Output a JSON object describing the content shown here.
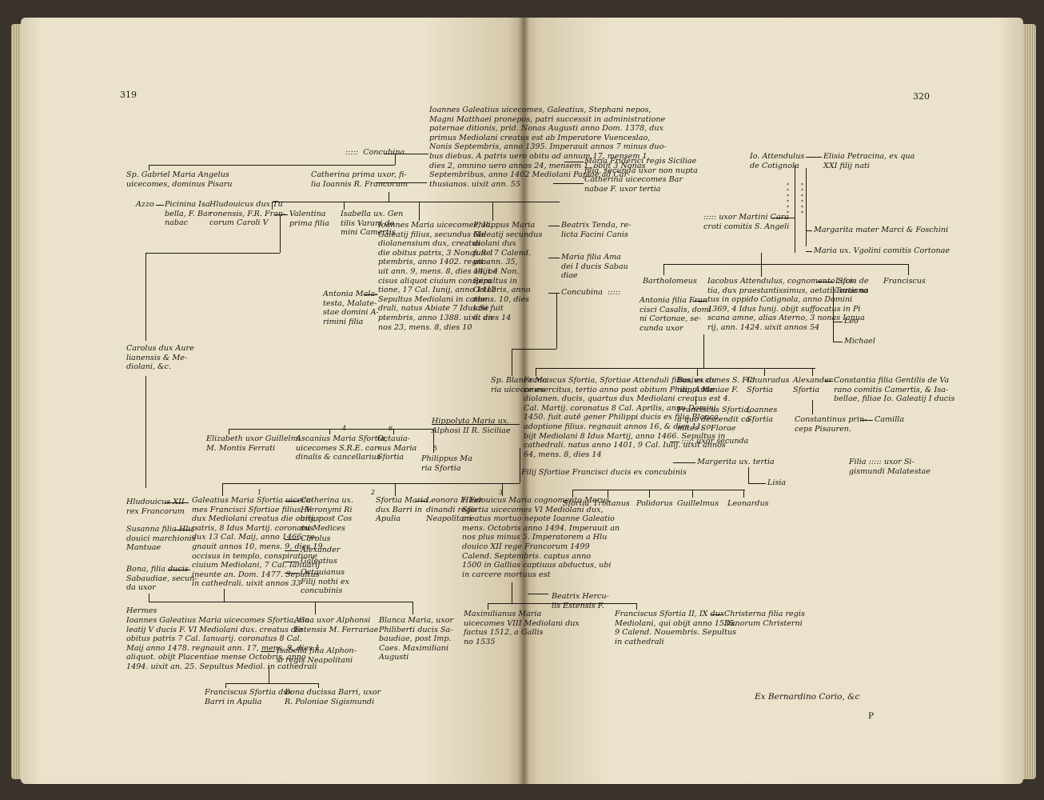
{
  "page_left": {
    "number": "319",
    "top_entry": "Ioannes Galeatius uicecomes, Galeatius, Stephani nepos,\nMagni Matthaei pronepos, patri successit in administratione\npaternae ditionis, prid. Nonas Augusti anno Dom. 1378, dux\nprimus Mediolani creatus est ab Imperatore Vuenceslao,\nNonis Septembris, anno 1395. Imperauit annos 7 minus duo-\nbus diebus. A patris uero obitu ad annum 17, mensem 1,\ndies 2, omnino uero annos 24, mensem 1, obijt 3 Nonas\nSeptembribus, anno 1402 Mediolani Papiae ad Car-\nthusianos. uixit ann. 55",
    "concubina_top": ":::::  Concubina",
    "gabriel": "Sp. Gabriel Maria Angelus\nuicecomes, dominus Pisaru",
    "catherina_prima": "Catherina prima uxor, fi-\nlia Ioannis R. Francorum",
    "azzo": "Azzo",
    "picinina": "Picinina Isa\nbella, F. Bar\nnabac",
    "hludouicus_turonensis": "Hludouicus dux Tu\nronensis, F.R. Fran-\ncorum Caroli V",
    "valentina": "Valentina\nprima filia",
    "isabella_varani": "Isabella ux. Gen\ntilis Varani do\nmini Camertis",
    "ioannes_maria": "Ioannes Maria uicecomes, Io.\nGaleatij filius, secundus Me\ndiolanensium dux, creatus\ndie obitus patris, 3 Nonas Se\nptembris, anno 1402. regna-\nuit ann. 9, mens. 8, dies 14. oc\ncisus aliquot ciuium conspira\ntione, 17 Cal. Iunij, anno 1412\nSepultus Mediolani in cathe\ndrali, natus Abiate 7 Idus Se\nptembris, anno 1388. uixit an\nnos 23, mens. 8, dies 10",
    "philippus_maria": "Philippus Maria\nGaleatij secundus\ndiolani dux\nfuit 17 Calend.\nuit ann. 35,\nobijt 4 Non.\nSepultus in\nOctobris, anno\nmens. 10, dies\nlani fuit\n6. dies 14",
    "antonia_malatesta": "Antonia Mala-\ntesta, Malate-\nstae domini A-\nrimini filia",
    "carolus_aurelianensis": "Carolus dux Aure\nlianensis & Me-\ndiolani, &c.",
    "elizabeth": "Elizabeth uxor Guillelmi\nM. Montis Ferrati",
    "ascanius": "Ascanius Maria Sfortia,\nuicecomes S.R.E. car-\ndinalis & cancellarius",
    "octavianus": "Octauia-\nnus Maria\nSfortia",
    "philippus_sfortia": "Philippus Ma\nria Sfortia",
    "hippolyta": "Hippolyta Maria ux.\nAlphosi II R. Siciliae",
    "blanca": "Sp. Blanca Ma\nria uicecomes",
    "hludouicus_xii": "Hludouicus XII\nrex Francorum",
    "galeatius_maria": "Galeatius Maria Sfortia uiceco-\nmes Francisci Sfortiae filius, V\ndux Mediolani creatus die obitus\npatris, 8 Idus Martij. coronatus\ndux 13 Cal. Maij, anno 1466. re-\ngnauit annos 10, mens. 9, dies 19.\noccisus in templo, conspiratione\nciuium Mediolani, 7 Cal. Ianuarij\nineunte an. Dom. 1477. Sepultus\nin cathedrali. uixit annos 33",
    "catherina_riarij": "Catherina ux.\nHieronymi Ri\narij, post Cos\nmi Medices",
    "carolus": "Carolus",
    "alexander": "Alexander",
    "galeatius": "Galeatius",
    "octavianus_nothi": "Octauianus\nFilij nothi ex\nconcubinis",
    "sfortia_barri": "Sfortia Maria\ndux Barri in\nApulia",
    "leonora": "Leonora F. Fer\ndinandi regis\nNeapolitani",
    "hludouicus_maurus": "Hludouicus Maria cognomento Morus\nSfortia uicecomes VI Mediolani dux,\ncreatus mortuo nepote Ioanne Galeatio\nmens. Octobris anno 1494. Imperauit an\nnos plus minus 5. Imperatorem a Hlu\ndouico XII rege Francorum 1499\nCalend. Septembris. captus anno\n1500 in Gallias captiuus abductus, ubi\nin carcere mortuus est",
    "susanna": "Susanna filia Hlu\ndouici marchionis\nMantuae",
    "bona": "Bona, filia ducis\nSabaudiae, secun-\nda uxor",
    "beatrix_herculis": "Beatrix Hercu-\nlis Estensis F.",
    "hermes": "Hermes",
    "ioannes_galeatius_maria": "Ioannes Galeatius Maria uicecomes Sfortia, Ga\nleatij V ducis F. VI Mediolani dux. creatus die\nobitus patris 7 Cal. Ianuarij. coronatus 8 Cal.\nMaij anno 1478. regnauit ann. 17, mens. 9, dies 1\naliquot. obijt Placentiae mense Octobris, anno\n1494. uixit an. 25. Sepultus Mediol. in cathedrali",
    "anna": "Anna uxor Alphonsi\nEstensis M. Ferrariae",
    "blanca_maria_uxor": "Blanca Maria, uxor\nPhiliberti ducis Sa-\nbaudiae, post Imp.\nCaes. Maximiliani\nAugusti",
    "isabella_alphonsi": "Isabella filia Alphon-\nsi regis Neapolitani",
    "maximilianus": "Maximilianus Maria\nuicecomes VIII Mediolani dux\nfactus 1512, a Gallis\nno 1535",
    "franciscus_sfortia_barri": "Franciscus Sfortia dux\nBarri in Apulia",
    "bona_ducissa": "Bona ducissa Barri, uxor\nR. Poloniae Sigismundi",
    "gen_numbers": [
      "4",
      "6",
      "5",
      "1",
      "2",
      "3"
    ]
  },
  "page_right": {
    "number": "320",
    "top_entry_cont": "Maria Friderici regis Siciliae\nfilia, secunda uxor non nupta\nCatherina uicecomes Bar\nnabae F. uxor tertia",
    "beatrix_tenda": "Beatrix Tenda, re-\nlicta Facini Canis",
    "maria_sabaudiae": "Maria filia Ama\ndei I ducis Sabau\ndiae",
    "concubina_right": "Concubina  :::::",
    "io_attendulus": "Io. Attendulus\nde Cotignola",
    "elisia": "Elisia Petracina, ex qua\nXXI filij nati",
    "uxor_martini": "::::: uxor Martini Cara\ncroti comitis S. Angeli",
    "margarita_mater": "Margarita mater Marci & Foschini",
    "maria_vgolini": "Maria ux. Vgolini comitis Cortonae",
    "bartholomeus": "Bartholomeus",
    "iacobus": "Iacobus Attendulus, cognomento Sfor-\ntia, dux praestantissimus, aetatis suae na\ntus in oppido Cotignola, anno Domini\n1369, 4 Idus Iunij. obijt suffocatus in Pi\nscana amne, alias Aterno, 3 nonas Ianua\nrij, ann. 1424. uixit annos 54",
    "lucia": "Lucia de\nTertiano",
    "franciscus_r": "Franciscus",
    "antonia_casalis": "Antonia filia Fran\ncisci Casalis, domi\nni Cortonae, se-\ncunda uxor",
    "leo": "Leo",
    "michael": "Michael",
    "franciscus_sfortia": "Franciscus Sfortia, Sfortiae Attenduli filius, ex du\nce exercitus, tertio anno post obitum Philippi Me\ndiolanen. ducis, quartus dux Mediolani creatus est 4.\nCal. Martij. coronatus 8 Cal. Aprilis, anno Domini\n1450. fuit autē gener Philippi ducis ex filia Blanca,\nadoptione filius. regnauit annos 16, & dies 11. o-\nbijt Mediolani 8 Idus Martij, anno 1466. Sepultus in\ncathedrali. natus anno 1401, 9 Cal. Iulij. uixit annos\n64, mens. 8, dies 14",
    "bosius": "Bosius comes S. Flo\nrac, Antoniae F.",
    "bosius_desc": "Franciscus Sfortia,\na quo descendit co\nmites S. Florae",
    "chunradus": "Chunradus\nSfortia",
    "ioannes_sfortia": "Ioannes\nSfortia",
    "alexander_sfortia": "Alexander\nSfortia",
    "constantia": "Constantia filia Gentilis de Va\nrano comitis Camertis, & Isa-\nbellae, filiae Io. Galeatij I ducis",
    "constantinus": "Constantinus prin-\nceps Pisauren.",
    "camilla": "Camilla",
    "uxor_secunda": "::::: uxor secunda",
    "margerita_tertia": "Margerita ux. tertia",
    "filij_sfortiae": "Filij Sfortiae Francisci ducis ex concubinis",
    "lisia": "Lisia",
    "filia_malatestae": "Filia ::::: uxor Si-\ngismundi Malatestae",
    "sons": [
      "Sfortia",
      "Tristanus",
      "Polidorus",
      "Guillelmus",
      "Leonardus"
    ],
    "franciscus_ii": "Franciscus Sfortia II, IX dux\nMediolani, qui obijt anno 1535.\n9 Calend. Nouembris. Sepultus\nin cathedrali",
    "christerna": "Christerna filia regis\nDanorum Christerni",
    "source": "Ex Bernardino Corio, &c",
    "signature": "P"
  }
}
